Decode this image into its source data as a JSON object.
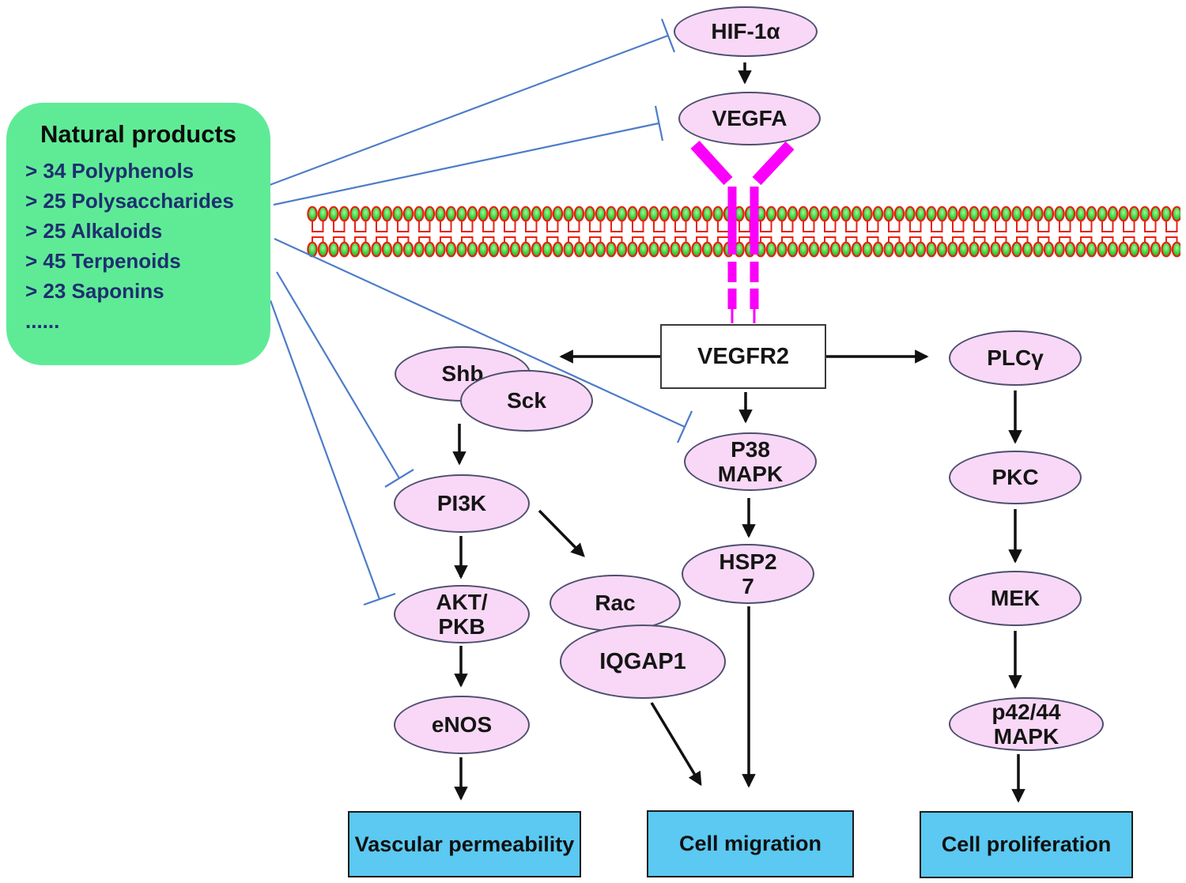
{
  "natural_products": {
    "title": "Natural products",
    "items": [
      "> 34 Polyphenols",
      "> 25 Polysaccharides",
      "> 25 Alkaloids",
      "> 45 Terpenoids",
      "> 23 Saponins",
      "......"
    ]
  },
  "nodes": {
    "hif1a": "HIF-1α",
    "vegfa": "VEGFA",
    "vegfr2": "VEGFR2",
    "shb": "Shb",
    "sck": "Sck",
    "pi3k": "PI3K",
    "akt_pkb": "AKT/\nPKB",
    "enos": "eNOS",
    "rac": "Rac",
    "iqgap1": "IQGAP1",
    "p38_mapk": "P38\nMAPK",
    "hsp27": "HSP2\n7",
    "plc_gamma": "PLCγ",
    "pkc": "PKC",
    "mek": "MEK",
    "p42_44_mapk": "p42/44\nMAPK"
  },
  "outcomes": {
    "vascular_permeability": "Vascular permeability",
    "cell_migration": "Cell migration",
    "cell_proliferation": "Cell proliferation"
  },
  "colors": {
    "natural_products_bg": "#5feb96",
    "natural_products_list_text": "#1e2f6f",
    "node_fill": "#f8d8f6",
    "node_border": "#4e4f6e",
    "outcome_fill": "#5bc9f1",
    "inhibition_line": "#4d7cc9",
    "activation_arrow": "#111111",
    "receptor": "#fa00fa",
    "membrane_head_green": "#2ecc40",
    "membrane_red": "#e82010"
  }
}
